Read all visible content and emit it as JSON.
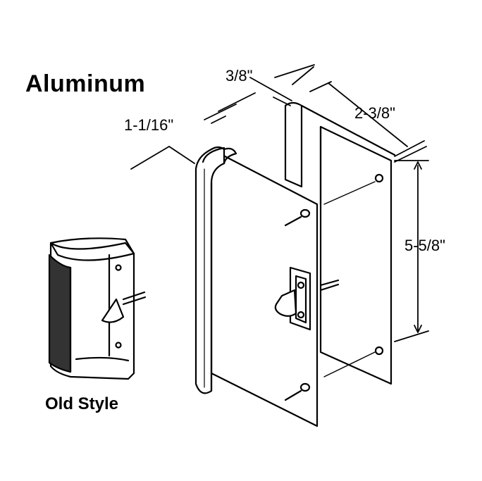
{
  "title": "Aluminum",
  "subtitle": "Old Style",
  "dimensions": {
    "width_depth": "3/8\"",
    "grip_width": "1-1/16\"",
    "plate_width": "2-3/8\"",
    "hole_spacing": "5-5/8\""
  },
  "colors": {
    "line": "#000000",
    "background": "#ffffff"
  }
}
